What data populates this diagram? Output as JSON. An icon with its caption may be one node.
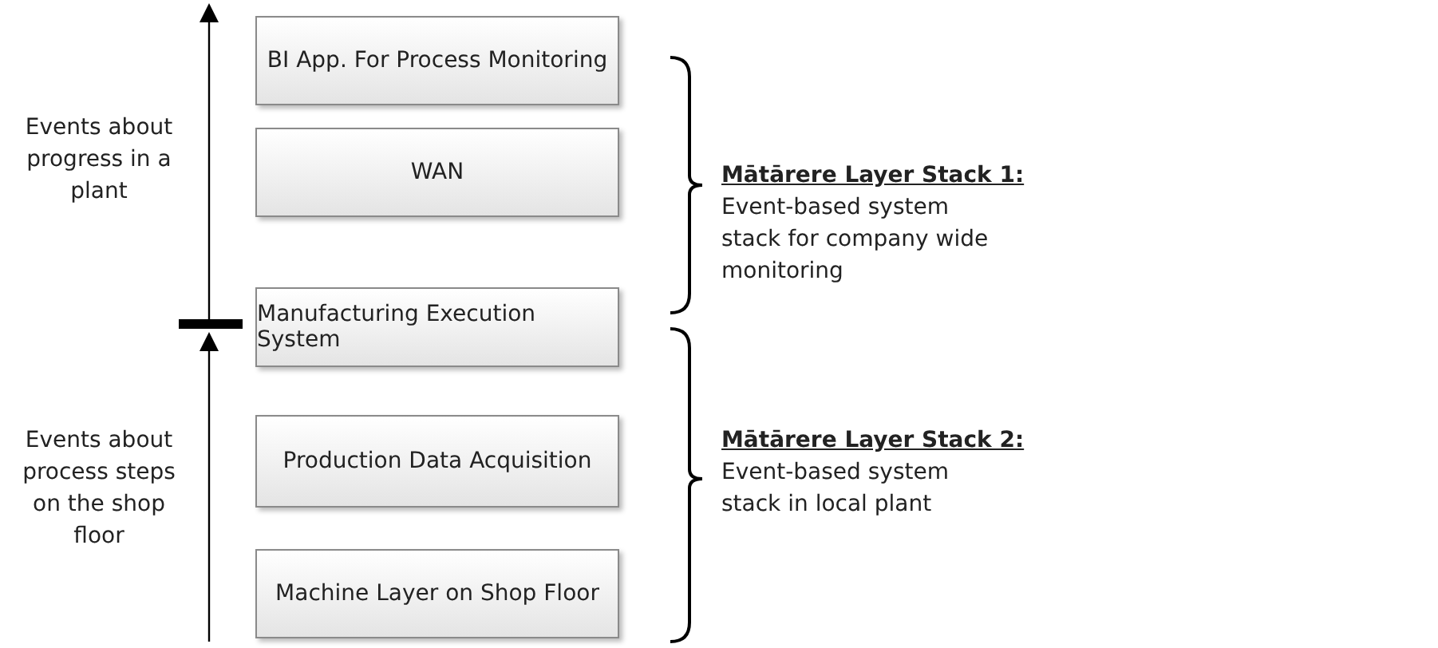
{
  "diagram": {
    "nodes": [
      {
        "text": [
          "BI App. For Process Monitoring"
        ]
      },
      {
        "text": [
          "WAN"
        ]
      },
      {
        "text": [
          "Manufacturing Execution System"
        ]
      },
      {
        "text": [
          "Production Data Acquisition"
        ]
      },
      {
        "text": [
          "Machine Layer on Shop Floor"
        ]
      }
    ],
    "labels": [
      "Events about progress in a plant",
      "Mātārere Layer Stack 1:",
      "Event-based system stack for company wide monitoring",
      "Events about process steps on the shop floor",
      "Mātārere Layer Stack 2:",
      "Event-based system stack in local plant"
    ]
  }
}
